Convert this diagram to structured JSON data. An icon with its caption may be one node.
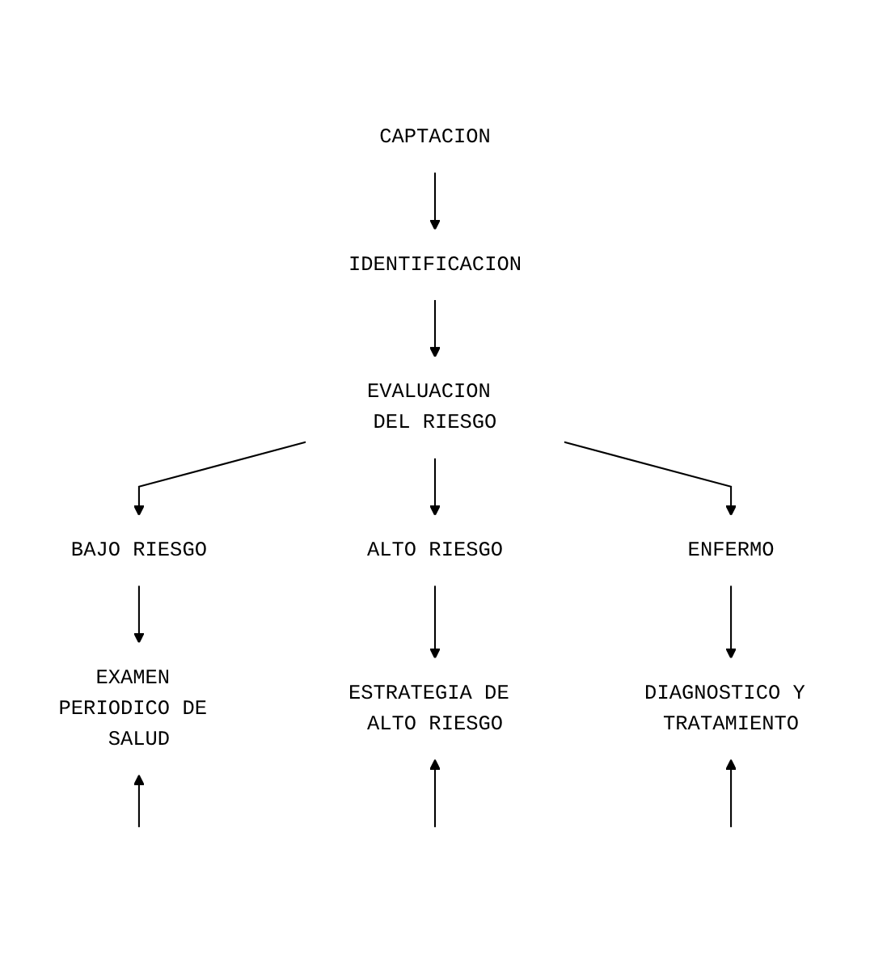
{
  "diagram": {
    "nodes": [
      {
        "text": [
          "CAPTACION"
        ]
      },
      {
        "text": [
          "IDENTIFICACION"
        ]
      },
      {
        "text": [
          "EVALUACION DEL RIESGO"
        ]
      },
      {
        "text": [
          "BAJO RIESGO"
        ]
      },
      {
        "text": [
          "ALTO RIESGO"
        ]
      },
      {
        "text": [
          "ENFERMO"
        ]
      },
      {
        "text": [
          "EXAMEN PERIODICO DE SALUD"
        ]
      },
      {
        "text": [
          "ESTRATEGIA DE ALTO RIESGO"
        ]
      },
      {
        "text": [
          "DIAGNOSTICO Y TRATAMIENTO"
        ]
      }
    ],
    "edges": [
      {
        "from": 0,
        "to": 1,
        "arrow": "to"
      },
      {
        "from": 1,
        "to": 2,
        "arrow": "to"
      },
      {
        "from": 2,
        "to": 3,
        "arrow": "to"
      },
      {
        "from": 2,
        "to": 4,
        "arrow": "to"
      },
      {
        "from": 2,
        "to": 5,
        "arrow": "to"
      },
      {
        "from": 3,
        "to": 6,
        "arrow": "to"
      },
      {
        "from": 4,
        "to": 7,
        "arrow": "to"
      },
      {
        "from": 5,
        "to": 8,
        "arrow": "to"
      },
      {
        "from": null,
        "to": 6,
        "arrow": "to"
      },
      {
        "from": null,
        "to": 7,
        "arrow": "to"
      },
      {
        "from": null,
        "to": 8,
        "arrow": "to"
      }
    ]
  }
}
